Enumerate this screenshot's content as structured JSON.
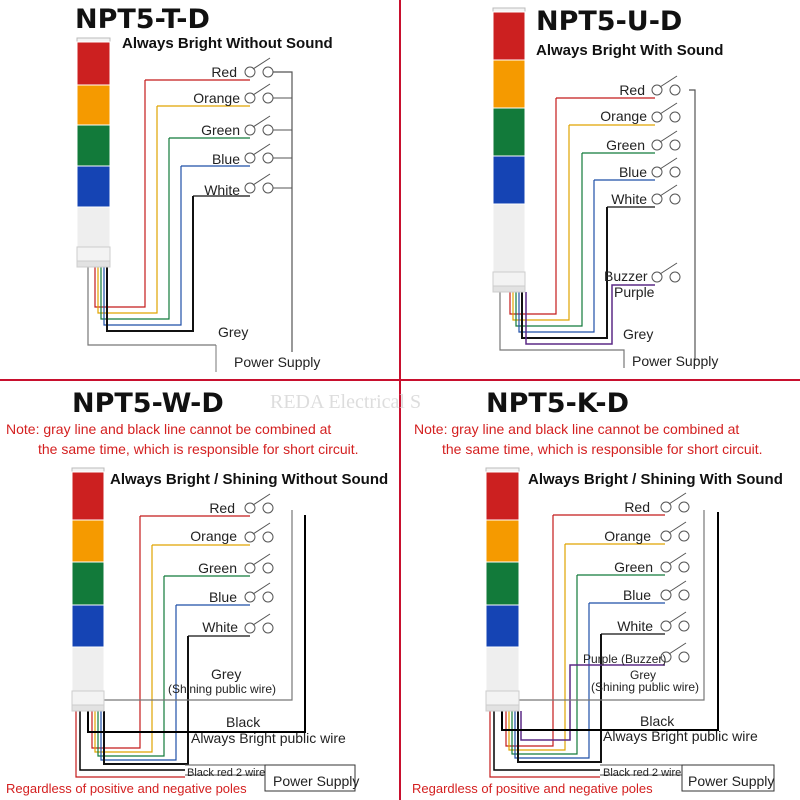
{
  "divider_color": "#c8102e",
  "watermark": "REDA Electrical S",
  "lamp_colors": {
    "red": "#cc2020",
    "orange": "#f59a00",
    "green": "#127a3a",
    "blue": "#1544b4",
    "white": "#eeeeee",
    "purple": "#5b2a86"
  },
  "wire_colors": {
    "red": "#c41a1a",
    "orange": "#e0a300",
    "green": "#127a3a",
    "blue": "#1f4fa8",
    "white": "#111111",
    "grey": "#777777",
    "purple": "#5b2a86",
    "black": "#000000"
  },
  "panels": [
    {
      "title": "NPT5-T-D",
      "subtitle": "Always Bright  Without Sound",
      "labels": [
        "Red",
        "Orange",
        "Green",
        "Blue",
        "White"
      ],
      "grey_label": "Grey",
      "power_label": "Power Supply"
    },
    {
      "title": "NPT5-U-D",
      "subtitle": "Always Bright  With Sound",
      "labels": [
        "Red",
        "Orange",
        "Green",
        "Blue",
        "White"
      ],
      "buzzer_label": "Buzzer",
      "purple_label": "Purple",
      "grey_label": "Grey",
      "power_label": "Power Supply"
    },
    {
      "title": "NPT5-W-D",
      "note_line1": "Note: gray line and black line cannot be combined at",
      "note_line2": "the same time, which is responsible for short circuit.",
      "subtitle": "Always Bright / Shining Without Sound",
      "labels": [
        "Red",
        "Orange",
        "Green",
        "Blue",
        "White"
      ],
      "grey_label": "Grey",
      "grey_sub": "(Shining public wire)",
      "black_label": "Black",
      "black_sub": "Always Bright public wire",
      "blackred_label": "Black red 2 wire",
      "power_label": "Power Supply",
      "poles_note": "Regardless of positive and negative poles"
    },
    {
      "title": "NPT5-K-D",
      "note_line1": "Note: gray line and black line cannot be combined at",
      "note_line2": "the same time, which is responsible for short circuit.",
      "subtitle": "Always Bright / Shining With Sound",
      "labels": [
        "Red",
        "Orange",
        "Green",
        "Blue",
        "White"
      ],
      "purple_label": "Purple (Buzzer)",
      "grey_label": "Grey",
      "grey_sub": "(Shining public wire)",
      "black_label": "Black",
      "black_sub": "Always Bright public wire",
      "blackred_label": "Black red 2 wire",
      "power_label": "Power Supply",
      "poles_note": "Regardless of positive and negative poles"
    }
  ]
}
